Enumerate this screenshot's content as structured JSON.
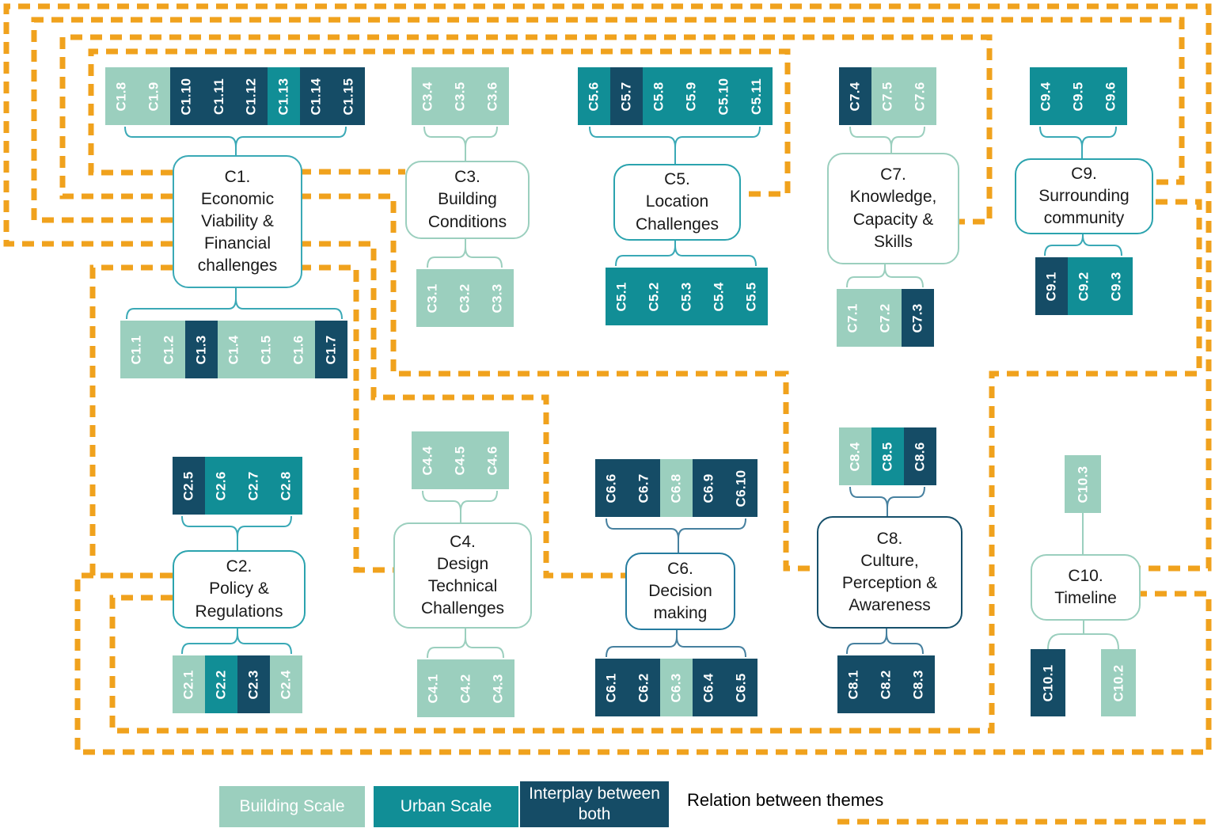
{
  "figure": {
    "background": "#ffffff"
  },
  "legend": {
    "items": [
      {
        "scale": "building",
        "label": "Building Scale",
        "color": "#9bcfbe"
      },
      {
        "scale": "urban",
        "label": "Urban Scale",
        "color": "#118e96"
      },
      {
        "scale": "interplay",
        "label": "Interplay between both",
        "color": "#154c66"
      }
    ],
    "relation_label": "Relation between themes",
    "relation_color": "#f0a21d"
  },
  "themes": [
    {
      "id": "C1",
      "title_lines": [
        "C1.",
        "Economic",
        "Viability &",
        "Financial",
        "challenges"
      ],
      "top_codes": [
        {
          "label": "C1.8",
          "scale": "building"
        },
        {
          "label": "C1.9",
          "scale": "building"
        },
        {
          "label": "C1.10",
          "scale": "interplay"
        },
        {
          "label": "C1.11",
          "scale": "interplay"
        },
        {
          "label": "C1.12",
          "scale": "interplay"
        },
        {
          "label": "C1.13",
          "scale": "urban"
        },
        {
          "label": "C1.14",
          "scale": "interplay"
        },
        {
          "label": "C1.15",
          "scale": "interplay"
        }
      ],
      "bottom_codes": [
        {
          "label": "C1.1",
          "scale": "building"
        },
        {
          "label": "C1.2",
          "scale": "building"
        },
        {
          "label": "C1.3",
          "scale": "interplay"
        },
        {
          "label": "C1.4",
          "scale": "building"
        },
        {
          "label": "C1.5",
          "scale": "building"
        },
        {
          "label": "C1.6",
          "scale": "building"
        },
        {
          "label": "C1.7",
          "scale": "interplay"
        }
      ]
    },
    {
      "id": "C3",
      "title_lines": [
        "C3.",
        "Building",
        "Conditions"
      ],
      "top_codes": [
        {
          "label": "C3.4",
          "scale": "building"
        },
        {
          "label": "C3.5",
          "scale": "building"
        },
        {
          "label": "C3.6",
          "scale": "building"
        }
      ],
      "bottom_codes": [
        {
          "label": "C3.1",
          "scale": "building"
        },
        {
          "label": "C3.2",
          "scale": "building"
        },
        {
          "label": "C3.3",
          "scale": "building"
        }
      ]
    },
    {
      "id": "C5",
      "title_lines": [
        "C5.",
        "Location",
        "Challenges"
      ],
      "top_codes": [
        {
          "label": "C5.6",
          "scale": "urban"
        },
        {
          "label": "C5.7",
          "scale": "interplay"
        },
        {
          "label": "C5.8",
          "scale": "urban"
        },
        {
          "label": "C5.9",
          "scale": "urban"
        },
        {
          "label": "C5.10",
          "scale": "urban"
        },
        {
          "label": "C5.11",
          "scale": "urban"
        }
      ],
      "bottom_codes": [
        {
          "label": "C5.1",
          "scale": "urban"
        },
        {
          "label": "C5.2",
          "scale": "urban"
        },
        {
          "label": "C5.3",
          "scale": "urban"
        },
        {
          "label": "C5.4",
          "scale": "urban"
        },
        {
          "label": "C5.5",
          "scale": "urban"
        }
      ]
    },
    {
      "id": "C7",
      "title_lines": [
        "C7.",
        "Knowledge,",
        "Capacity &",
        "Skills"
      ],
      "top_codes": [
        {
          "label": "C7.4",
          "scale": "interplay"
        },
        {
          "label": "C7.5",
          "scale": "building"
        },
        {
          "label": "C7.6",
          "scale": "building"
        }
      ],
      "bottom_codes": [
        {
          "label": "C7.1",
          "scale": "building"
        },
        {
          "label": "C7.2",
          "scale": "building"
        },
        {
          "label": "C7.3",
          "scale": "interplay"
        }
      ]
    },
    {
      "id": "C9",
      "title_lines": [
        "C9.",
        "Surrounding",
        "community"
      ],
      "top_codes": [
        {
          "label": "C9.4",
          "scale": "urban"
        },
        {
          "label": "C9.5",
          "scale": "urban"
        },
        {
          "label": "C9.6",
          "scale": "urban"
        }
      ],
      "bottom_codes": [
        {
          "label": "C9.1",
          "scale": "interplay"
        },
        {
          "label": "C9.2",
          "scale": "urban"
        },
        {
          "label": "C9.3",
          "scale": "urban"
        }
      ]
    },
    {
      "id": "C2",
      "title_lines": [
        "C2.",
        "Policy &",
        "Regulations"
      ],
      "top_codes": [
        {
          "label": "C2.5",
          "scale": "interplay"
        },
        {
          "label": "C2.6",
          "scale": "urban"
        },
        {
          "label": "C2.7",
          "scale": "urban"
        },
        {
          "label": "C2.8",
          "scale": "urban"
        }
      ],
      "bottom_codes": [
        {
          "label": "C2.1",
          "scale": "building"
        },
        {
          "label": "C2.2",
          "scale": "urban"
        },
        {
          "label": "C2.3",
          "scale": "interplay"
        },
        {
          "label": "C2.4",
          "scale": "building"
        }
      ]
    },
    {
      "id": "C4",
      "title_lines": [
        "C4.",
        "Design",
        "Technical",
        "Challenges"
      ],
      "top_codes": [
        {
          "label": "C4.4",
          "scale": "building"
        },
        {
          "label": "C4.5",
          "scale": "building"
        },
        {
          "label": "C4.6",
          "scale": "building"
        }
      ],
      "bottom_codes": [
        {
          "label": "C4.1",
          "scale": "building"
        },
        {
          "label": "C4.2",
          "scale": "building"
        },
        {
          "label": "C4.3",
          "scale": "building"
        }
      ]
    },
    {
      "id": "C6",
      "title_lines": [
        "C6.",
        "Decision",
        "making"
      ],
      "top_codes": [
        {
          "label": "C6.6",
          "scale": "interplay"
        },
        {
          "label": "C6.7",
          "scale": "interplay"
        },
        {
          "label": "C6.8",
          "scale": "building"
        },
        {
          "label": "C6.9",
          "scale": "interplay"
        },
        {
          "label": "C6.10",
          "scale": "interplay"
        }
      ],
      "bottom_codes": [
        {
          "label": "C6.1",
          "scale": "interplay"
        },
        {
          "label": "C6.2",
          "scale": "interplay"
        },
        {
          "label": "C6.3",
          "scale": "building"
        },
        {
          "label": "C6.4",
          "scale": "interplay"
        },
        {
          "label": "C6.5",
          "scale": "interplay"
        }
      ]
    },
    {
      "id": "C8",
      "title_lines": [
        "C8.",
        "Culture,",
        "Perception &",
        "Awareness"
      ],
      "top_codes": [
        {
          "label": "C8.4",
          "scale": "building"
        },
        {
          "label": "C8.5",
          "scale": "urban"
        },
        {
          "label": "C8.6",
          "scale": "interplay"
        }
      ],
      "bottom_codes": [
        {
          "label": "C8.1",
          "scale": "interplay"
        },
        {
          "label": "C8.2",
          "scale": "interplay"
        },
        {
          "label": "C8.3",
          "scale": "interplay"
        }
      ]
    },
    {
      "id": "C10",
      "title_lines": [
        "C10.",
        "Timeline"
      ],
      "top_codes": [
        {
          "label": "C10.3",
          "scale": "building"
        }
      ],
      "bottom_codes": [
        {
          "label": "C10.1",
          "scale": "interplay"
        },
        {
          "label": "C10.2",
          "scale": "building"
        }
      ]
    }
  ],
  "relations": [
    {
      "from": "C1",
      "to": "C3"
    },
    {
      "from": "C1",
      "to": "C5"
    },
    {
      "from": "C1",
      "to": "C7"
    },
    {
      "from": "C1",
      "to": "C9"
    },
    {
      "from": "C1",
      "to": "C10"
    },
    {
      "from": "C1",
      "to": "C2"
    },
    {
      "from": "C1",
      "to": "C4"
    },
    {
      "from": "C1",
      "to": "C6"
    },
    {
      "from": "C1",
      "to": "C8"
    },
    {
      "from": "C2",
      "to": "C10"
    },
    {
      "from": "C2",
      "to": "C9"
    }
  ]
}
